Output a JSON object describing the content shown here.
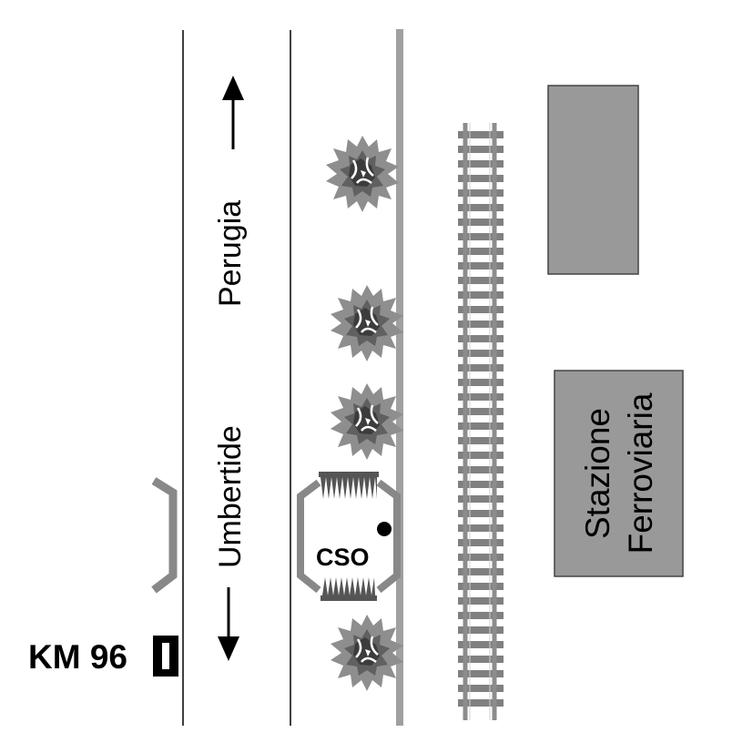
{
  "directions": {
    "north": "Perugia",
    "south": "Umbertide"
  },
  "landmarks": {
    "cso": "CSO",
    "km_marker": "KM 96",
    "station_line1": "Stazione",
    "station_line2": "Ferroviaria"
  },
  "colors": {
    "road_line": "#000000",
    "median": "#a0a0a0",
    "building_fill": "#999999",
    "building_stroke": "#444444",
    "rail": "#8c8c8c",
    "sleeper": "#808080",
    "tree_outer": "#8e8e8e",
    "tree_inner": "#606060",
    "tree_core": "#404040",
    "bracket": "#888888"
  }
}
